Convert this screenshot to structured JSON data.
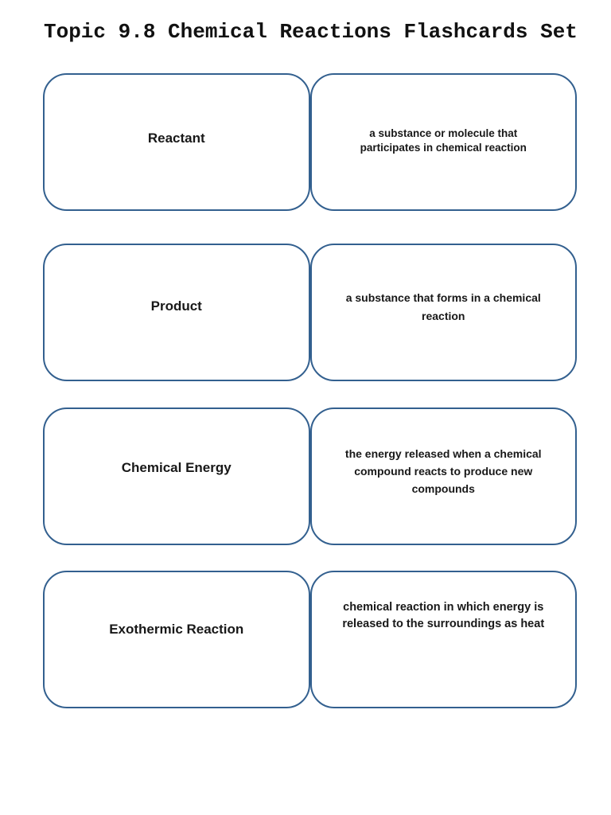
{
  "page": {
    "title": "Topic 9.8 Chemical Reactions Flashcards Set"
  },
  "colors": {
    "background": "#FFFFFF",
    "card_border": "#33608F",
    "text": "#181818"
  },
  "flashcards": [
    {
      "term": "Reactant",
      "definition": "a substance or molecule that\nparticipates in chemical reaction"
    },
    {
      "term": "Product",
      "definition": "a substance that forms in a chemical\nreaction"
    },
    {
      "term": "Chemical Energy",
      "definition": "the energy released when a chemical\ncompound reacts to produce new\ncompounds"
    },
    {
      "term": "Exothermic Reaction",
      "definition": "chemical reaction in which energy is\nreleased to the surroundings as heat"
    }
  ]
}
